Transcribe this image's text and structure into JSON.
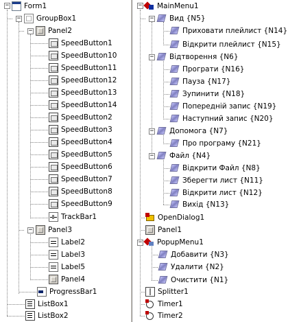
{
  "left_tree": {
    "form": "Form1",
    "groupbox": "GroupBox1",
    "panel2": "Panel2",
    "speedbuttons": [
      "SpeedButton1",
      "SpeedButton10",
      "SpeedButton11",
      "SpeedButton12",
      "SpeedButton13",
      "SpeedButton14",
      "SpeedButton2",
      "SpeedButton3",
      "SpeedButton4",
      "SpeedButton5",
      "SpeedButton6",
      "SpeedButton7",
      "SpeedButton8",
      "SpeedButton9"
    ],
    "trackbar": "TrackBar1",
    "panel3": "Panel3",
    "labels": [
      "Label2",
      "Label3",
      "Label5"
    ],
    "panel4": "Panel4",
    "progressbar": "ProgressBar1",
    "listbox1": "ListBox1",
    "listbox2": "ListBox2"
  },
  "right_tree": {
    "mainmenu": "MainMenu1",
    "vyd": "Вид {N5}",
    "vyd_items": [
      "Приховати плейлист {N14}",
      "Відкрити плейлист {N15}"
    ],
    "playback": "Відтворення {N6}",
    "playback_items": [
      "Програти {N16}",
      "Пауза {N17}",
      "Зупинити {N18}",
      "Попередній запис {N19}",
      "Наступний запис {N20}"
    ],
    "help": "Допомога {N7}",
    "help_items": [
      "Про програму {N21}"
    ],
    "file": "Файл {N4}",
    "file_items": [
      "Відкрити Файл {N8}",
      "Зберегти лист {N11}",
      "Відкрити лист {N12}",
      "Вихід {N13}"
    ],
    "opendialog": "OpenDialog1",
    "panel1": "Panel1",
    "popupmenu": "PopupMenu1",
    "popup_items": [
      "Добавити {N3}",
      "Удалити {N2}",
      "Очистити {N1}"
    ],
    "splitter": "Splitter1",
    "timer1": "Timer1",
    "timer2": "Timer2"
  },
  "icons": {
    "expanded_sign": "−"
  }
}
